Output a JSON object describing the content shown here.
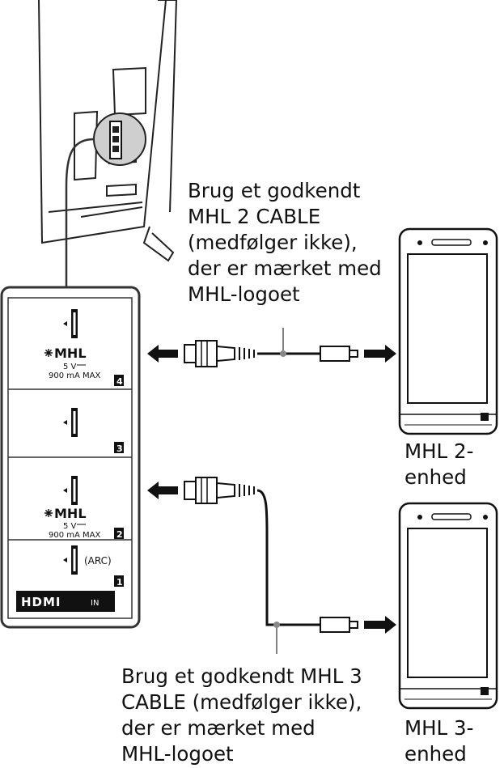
{
  "callouts": {
    "mhl2_cable": {
      "line1": "Brug et godkendt",
      "line2": "MHL 2 CABLE",
      "line3": "(medfølger ikke),",
      "line4": "der er mærket med",
      "line5": "MHL-logoet"
    },
    "mhl3_cable": {
      "line1": "Brug et godkendt MHL 3",
      "line2": "CABLE (medfølger ikke),",
      "line3": "der er mærket med",
      "line4": "MHL-logoet"
    }
  },
  "devices": {
    "mhl2": {
      "line1": "MHL 2-",
      "line2": "enhed"
    },
    "mhl3": {
      "line1": "MHL 3-",
      "line2": "enhed"
    }
  },
  "panel": {
    "ports": [
      {
        "number": "4",
        "mhl_logo": "MHL",
        "spec_voltage": "5 V",
        "spec_current": "900 mA MAX"
      },
      {
        "number": "3"
      },
      {
        "number": "2",
        "mhl_logo": "MHL",
        "spec_voltage": "5 V",
        "spec_current": "900 mA MAX"
      },
      {
        "number": "1",
        "arc_label": "(ARC)"
      }
    ],
    "hdmi_logo": "HDMI",
    "in_label": "IN"
  },
  "icons": [
    "tv-outline-icon",
    "hdmi-port-icon",
    "hdmi-plug-icon",
    "micro-usb-plug-icon",
    "smartphone-icon",
    "arrow-left-icon",
    "arrow-right-icon"
  ]
}
